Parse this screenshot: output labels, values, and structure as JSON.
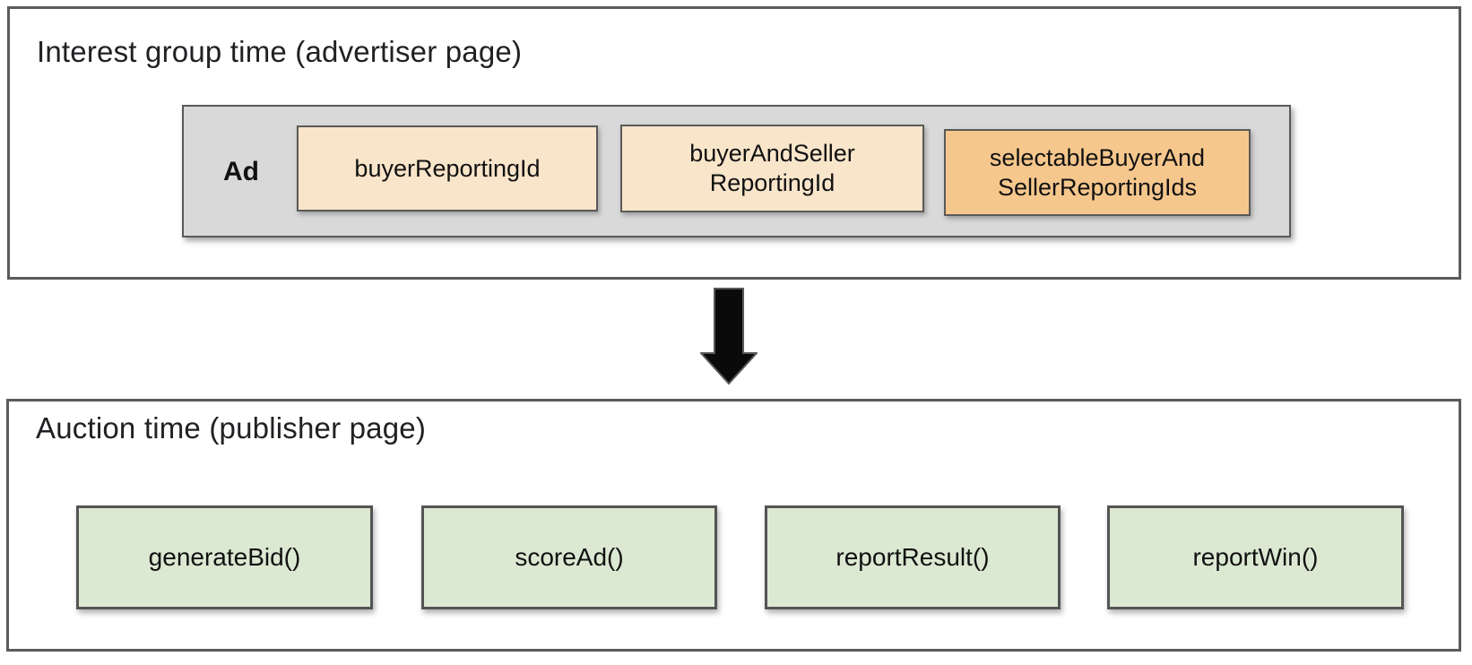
{
  "interest_group": {
    "title": "Interest group time (advertiser page)",
    "ad_label": "Ad",
    "boxes": [
      {
        "label": "buyerReportingId"
      },
      {
        "label": "buyerAndSeller\nReportingId"
      },
      {
        "label": "selectableBuyerAnd\nSellerReportingIds"
      }
    ]
  },
  "auction": {
    "title": "Auction time (publisher page)",
    "boxes": [
      {
        "label": "generateBid()"
      },
      {
        "label": "scoreAd()"
      },
      {
        "label": "reportResult()"
      },
      {
        "label": "reportWin()"
      }
    ]
  },
  "arrow": {
    "icon": "down-arrow-icon"
  },
  "colors": {
    "panel_border": "#5b5b5b",
    "ad_container_fill": "#d9d9d9",
    "reporting_id_fill": "#f9e5ca",
    "selectable_reporting_id_fill": "#f6c78d",
    "function_box_fill": "#dbe8d2",
    "box_border": "#595959",
    "arrow_fill": "#0a0a0a",
    "text": "#1f1f1f"
  }
}
